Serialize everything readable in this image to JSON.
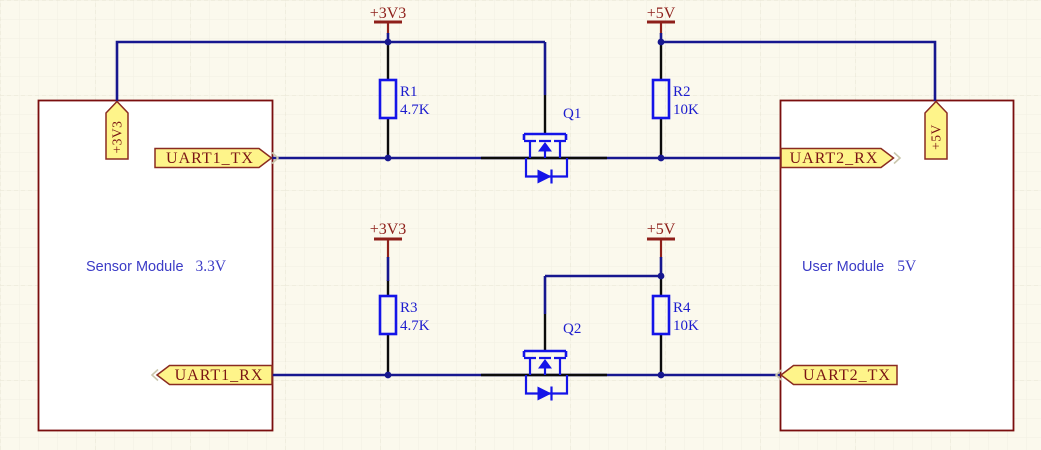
{
  "colors": {
    "background": "#FBF9ED",
    "grid_minor": "#F1EFE2",
    "grid_major": "#E5E2D1",
    "wire": "#17178F",
    "pin": "#0B0B0B",
    "component": "#1414E8",
    "junction": "#17178F",
    "box_border": "#7A0E0E",
    "box_fill": "#FFFFFF",
    "port_fill": "#FEF48A",
    "port_border": "#8A2B21",
    "port_text": "#7A1414",
    "power": "#8E1F1A",
    "ref_text": "#1C1CCE",
    "module_text": "#3B3BC6",
    "chevron": "#C9C6AC"
  },
  "modules": {
    "left": {
      "name": "Sensor Module",
      "voltage": "3.3V"
    },
    "right": {
      "name": "User Module",
      "voltage": "5V"
    }
  },
  "power_nets": {
    "rail_3v3_top": "+3V3",
    "rail_5v_top": "+5V",
    "rail_3v3_mid": "+3V3",
    "rail_5v_mid": "+5V"
  },
  "ports": {
    "uart1_tx": "UART1_TX",
    "uart1_rx": "UART1_RX",
    "uart2_rx": "UART2_RX",
    "uart2_tx": "UART2_TX",
    "left_power": "+3V3",
    "right_power": "+5V"
  },
  "components": {
    "r1": {
      "ref": "R1",
      "value": "4.7K"
    },
    "r2": {
      "ref": "R2",
      "value": "10K"
    },
    "r3": {
      "ref": "R3",
      "value": "4.7K"
    },
    "r4": {
      "ref": "R4",
      "value": "10K"
    },
    "q1": {
      "ref": "Q1"
    },
    "q2": {
      "ref": "Q2"
    }
  }
}
